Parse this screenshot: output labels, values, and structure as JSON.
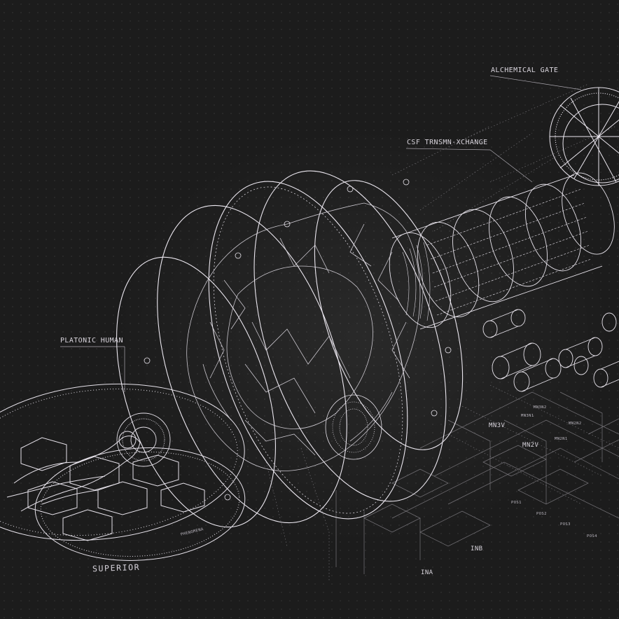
{
  "labels": {
    "alchemical_gate": "ALCHEMICAL GATE",
    "csf_exchange": "CSF TRNSMN-XCHANGE",
    "platonic_human": "PLATONIC HUMAN",
    "superior": "SUPERIOR",
    "phenomenal": "PHENOMENA",
    "mn3v": "MN3V",
    "mn2v": "MN2V",
    "mn3n2": "MN3N2",
    "mn3n1": "MN3N1",
    "mn2n2": "MN2N2",
    "mn2n1": "MN2N1",
    "inb": "INB",
    "ina": "INA",
    "pos1": "POS1",
    "pos2": "POS2",
    "pos3": "POS3",
    "pos4": "POS4"
  },
  "colors": {
    "background": "#1c1c1c",
    "line": "#e6e2ea",
    "text": "#d8d4dc"
  }
}
